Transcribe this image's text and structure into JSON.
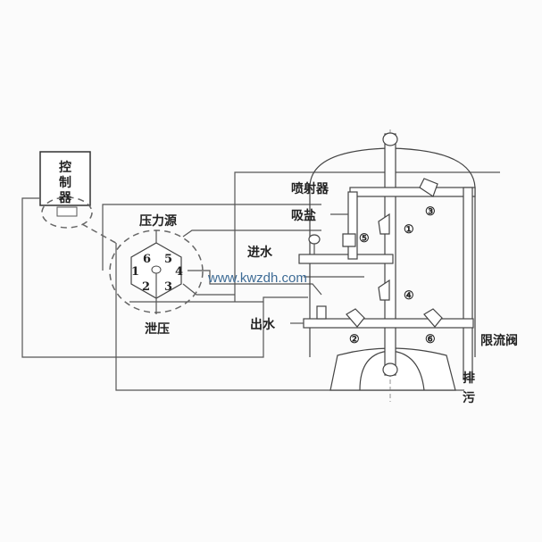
{
  "controller": {
    "label_1": "控",
    "label_2": "制",
    "label_3": "器"
  },
  "valve_selector": {
    "pressure_source": "压力源",
    "pressure_relief": "泄压",
    "ports": [
      "1",
      "2",
      "3",
      "4",
      "5",
      "6"
    ]
  },
  "labels": {
    "ejector": "喷射器",
    "salt_suction": "吸盐",
    "water_in": "进水",
    "water_out": "出水",
    "flow_limit_valve": "限流阀",
    "drain_1": "排",
    "drain_2": "污"
  },
  "valves": {
    "v1": "①",
    "v2": "②",
    "v3": "③",
    "v4": "④",
    "v5": "⑤",
    "v6": "⑥"
  },
  "watermark": "www.kwzdh.com"
}
